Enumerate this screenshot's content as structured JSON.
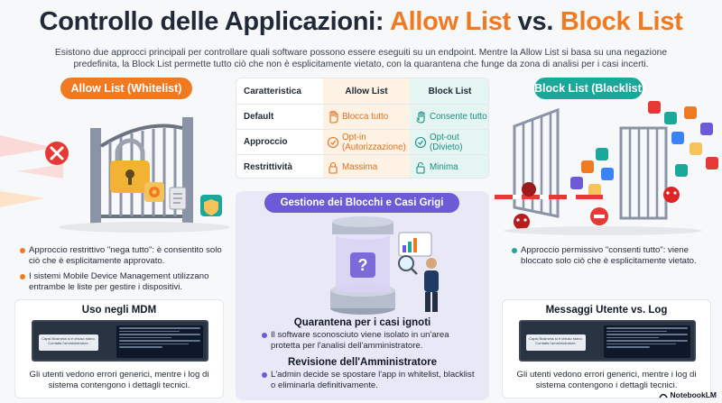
{
  "title": {
    "part1": "Controllo delle Applicazioni: ",
    "allow": "Allow List",
    "vs": " vs. ",
    "block": "Block List"
  },
  "subtitle": "Esistono due approcci principali per controllare quali software possono essere eseguiti su un endpoint. Mentre la Allow List si basa su una negazione predefinita, la Block List permette tutto ciò che non è esplicitamente vietato, con la quarantena che funge da zona di analisi per i casi incerti.",
  "colors": {
    "allow": "#f07a22",
    "block": "#1aa89a",
    "center": "#6b5bd6"
  },
  "allow_pill": "Allow List (Whitelist)",
  "block_pill": "Block List (Blacklist)",
  "allow_bullets": [
    "Approccio restrittivo \"nega tutto\": è consentito solo ciò che è esplicitamente approvato.",
    "I sistemi Mobile Device Management utilizzano entrambe le liste per gestire i dispositivi."
  ],
  "block_bullets": [
    "Approccio permissivo \"consenti tutto\": viene bloccato solo ciò che è esplicitamente vietato."
  ],
  "mdm_card": {
    "title": "Uso negli MDM",
    "dialog": "Capsi Business si è chiuso stano. Contatta l'amministratore.",
    "desc": "Gli utenti vedono errori generici, mentre i log di sistema contengono i dettagli tecnici."
  },
  "log_card": {
    "title": "Messaggi Utente vs. Log",
    "dialog": "Capsi Business si è chiuso stano. Contatta l'amministratore.",
    "desc": "Gli utenti vedono errori generici, mentre i log di sistema contengono i dettagli tecnici."
  },
  "table": {
    "headers": [
      "Caratteristica",
      "Allow List",
      "Block List"
    ],
    "rows": [
      {
        "label": "Default",
        "allow": "Blocca tutto",
        "allow_icon": "hand-stop-icon",
        "block": "Consente tutto",
        "block_icon": "hand-open-icon"
      },
      {
        "label": "Approccio",
        "allow": "Opt-in\n(Autorizzazione)",
        "allow_icon": "check-circle-icon",
        "block": "Opt-out\n(Divieto)",
        "block_icon": "check-circle-icon"
      },
      {
        "label": "Restrittività",
        "allow": "Massima",
        "allow_icon": "lock-icon",
        "block": "Minima",
        "block_icon": "unlock-icon"
      }
    ]
  },
  "center": {
    "pill": "Gestione dei Blocchi e Casi Grigi",
    "quarantine_title": "Quarantena per i casi ignoti",
    "quarantine_desc": "Il software sconosciuto viene isolato in un'area protetta per l'analisi dell'amministratore.",
    "review_title": "Revisione dell'Amministratore",
    "review_desc": "L'admin decide se spostare l'app in whitelist, blacklist o eliminarla definitivamente."
  },
  "logo": "NotebookLM"
}
